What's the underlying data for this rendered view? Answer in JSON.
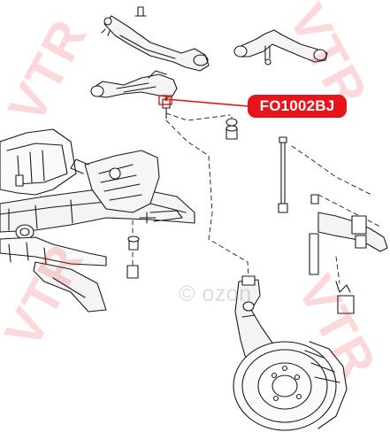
{
  "part_label": {
    "text": "FO1002BJ",
    "color": "#e8141c"
  },
  "watermarks": {
    "brand_logo": "VTR",
    "brand_color": "#e8141c",
    "marketplace_watermark": "© ozon"
  },
  "diagram": {
    "line_color": "#1a1a1a",
    "highlight_color": "#e8141c"
  }
}
